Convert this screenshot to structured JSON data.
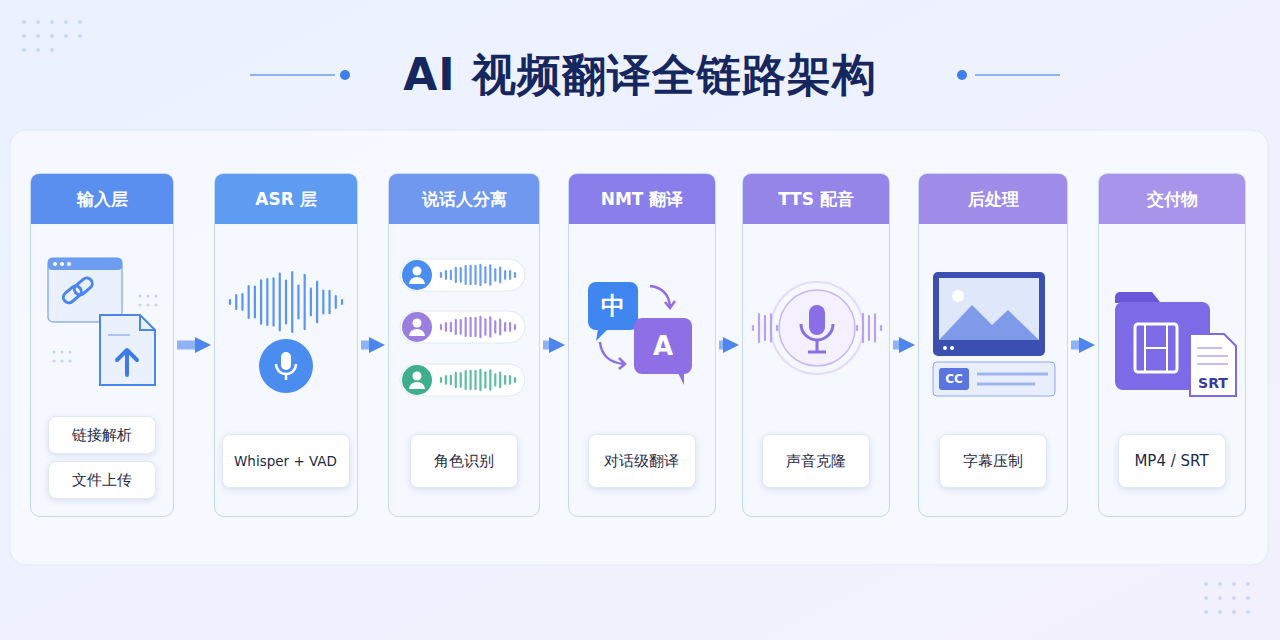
{
  "diagram": {
    "title": "AI 视频翻译全链路架构",
    "nodes": [
      {
        "text": [
          "输入层"
        ]
      },
      {
        "text": [
          "链接解析"
        ],
        "in": 0
      },
      {
        "text": [
          "文件上传"
        ],
        "in": 0
      },
      {
        "text": [
          "ASR 层"
        ]
      },
      {
        "text": [
          "Whisper + VAD"
        ],
        "in": 3
      },
      {
        "text": [
          "说话人分离"
        ]
      },
      {
        "text": [
          "角色识别"
        ],
        "in": 5
      },
      {
        "text": [
          "NMT 翻译"
        ]
      },
      {
        "text": [
          "对话级翻译"
        ],
        "in": 7
      },
      {
        "text": [
          "TTS 配音"
        ]
      },
      {
        "text": [
          "声音克隆"
        ],
        "in": 9
      },
      {
        "text": [
          "后处理"
        ]
      },
      {
        "text": [
          "字幕压制"
        ],
        "in": 11
      },
      {
        "text": [
          "交付物"
        ]
      },
      {
        "text": [
          "MP4 / SRT"
        ],
        "in": 13
      }
    ],
    "edges": [
      {
        "from": 0,
        "to": 3,
        "arrow": "to"
      },
      {
        "from": 3,
        "to": 5,
        "arrow": "to"
      },
      {
        "from": 5,
        "to": 7,
        "arrow": "to"
      },
      {
        "from": 7,
        "to": 9,
        "arrow": "to"
      },
      {
        "from": 9,
        "to": 11,
        "arrow": "to"
      },
      {
        "from": 11,
        "to": 13,
        "arrow": "to"
      }
    ],
    "labels": [
      "中",
      "A",
      "CC",
      "SRT"
    ]
  }
}
